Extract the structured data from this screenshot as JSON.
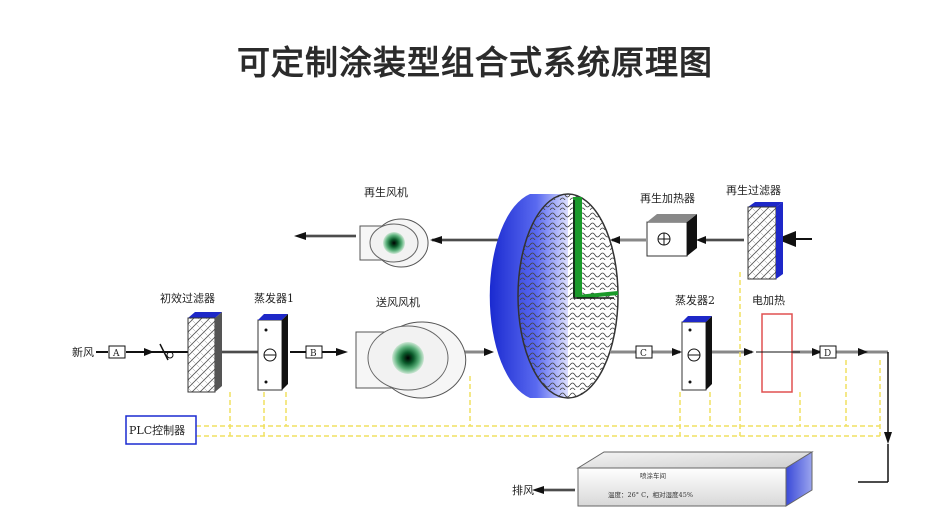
{
  "title": "可定制涂装型组合式系统原理图",
  "labels": {
    "regen_fan": "再生风机",
    "regen_heater": "再生加热器",
    "regen_filter": "再生过滤器",
    "primary_filter": "初效过滤器",
    "evaporator1": "蒸发器1",
    "supply_fan": "送风风机",
    "evaporator2": "蒸发器2",
    "electric_heater": "电加热",
    "fresh_air": "新风",
    "plc": "PLC控制器",
    "exhaust": "排风",
    "workshop_title": "喷涂车间",
    "workshop_status": "温度：26° C，相对湿度45%"
  },
  "points": {
    "a": "A",
    "b": "B",
    "c": "C",
    "d": "D"
  },
  "colors": {
    "filter_top": "#1e28c8",
    "wheel": "#2a3ad8",
    "green": "#1a9a2a",
    "heater_box": "#e05050",
    "plc_border": "#1a2ad0",
    "signal": "#f0e060"
  }
}
